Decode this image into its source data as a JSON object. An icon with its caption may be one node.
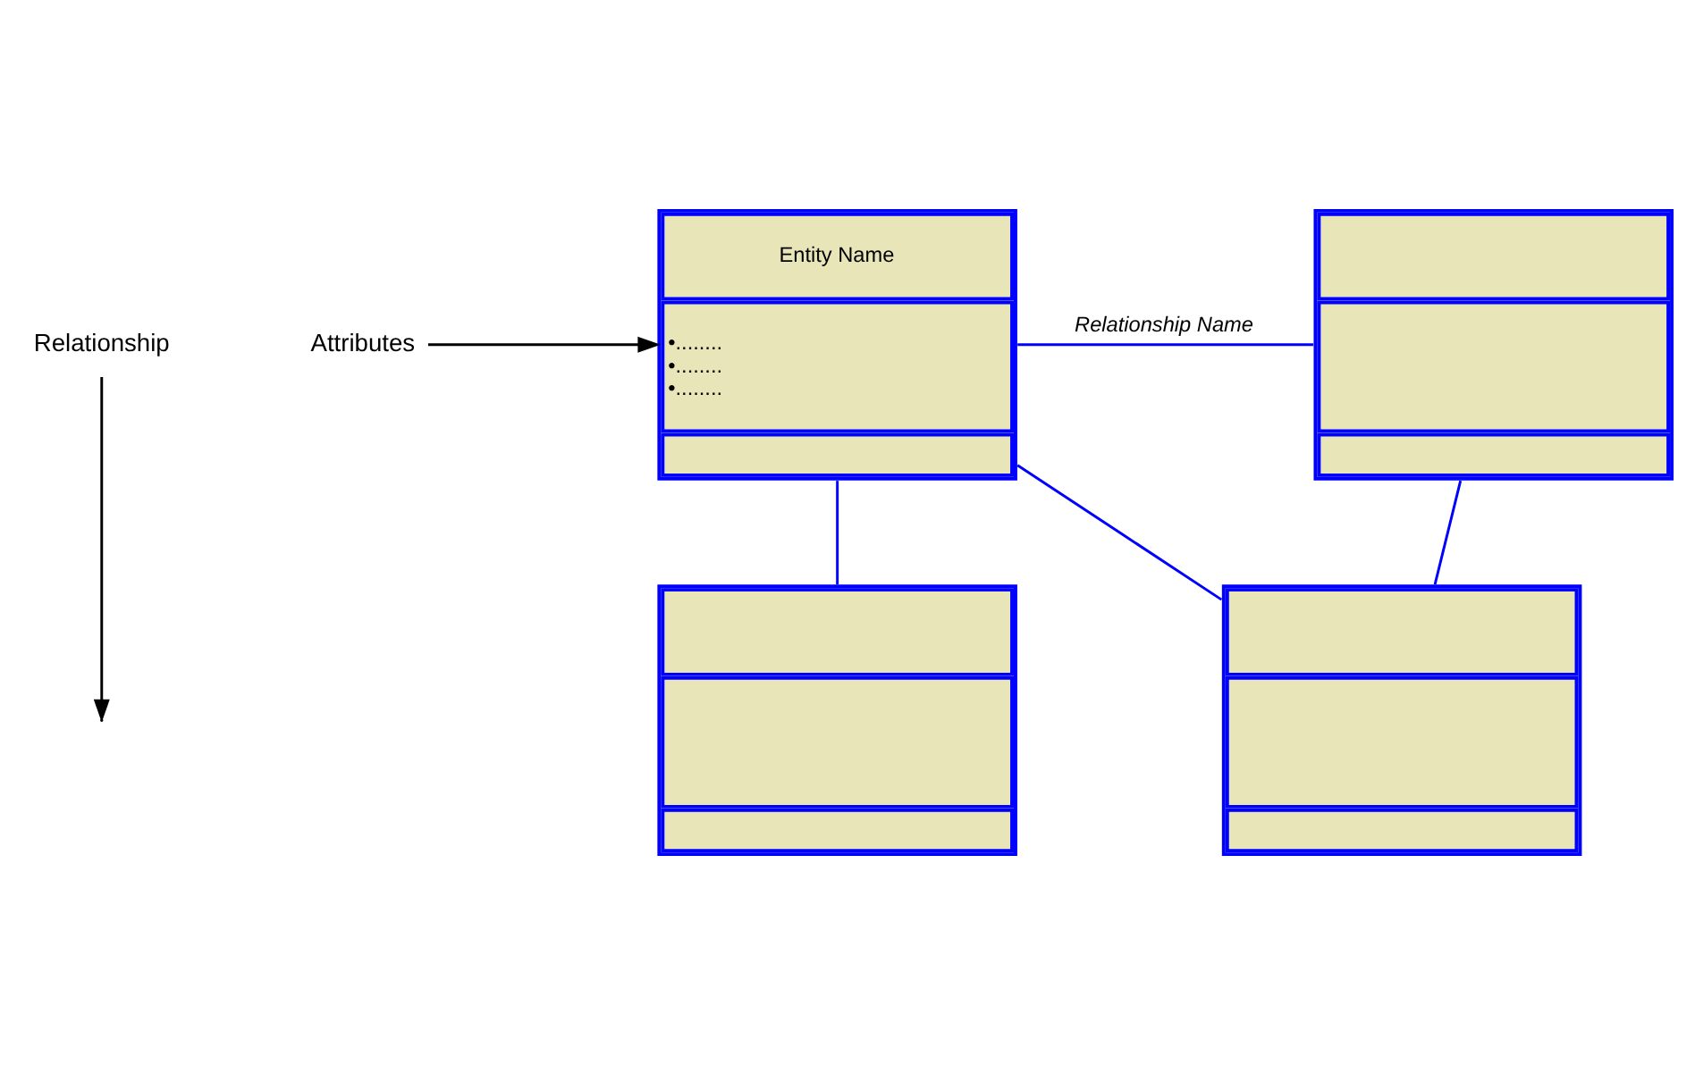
{
  "diagram": {
    "nodes": [
      {
        "text": [
          "Relationship"
        ]
      },
      {
        "text": [
          "Attributes"
        ]
      },
      {
        "text": [
          "Entity Name",
          "•........",
          "•........",
          "•........"
        ]
      },
      {
        "text": [],
        "shape": "box"
      },
      {
        "text": [],
        "shape": "box"
      },
      {
        "text": [],
        "shape": "box"
      }
    ],
    "edges": [
      {
        "from": 0,
        "to": null,
        "arrow": "to",
        "color": "#000000"
      },
      {
        "from": 1,
        "to": 2,
        "arrow": "to",
        "color": "#000000"
      },
      {
        "from": 2,
        "to": 3,
        "arrow": "none",
        "label": "Relationship Name"
      },
      {
        "from": 2,
        "to": 4,
        "arrow": "none"
      },
      {
        "from": 2,
        "to": 5,
        "arrow": "none"
      },
      {
        "from": 5,
        "to": 3,
        "arrow": "none"
      }
    ]
  }
}
